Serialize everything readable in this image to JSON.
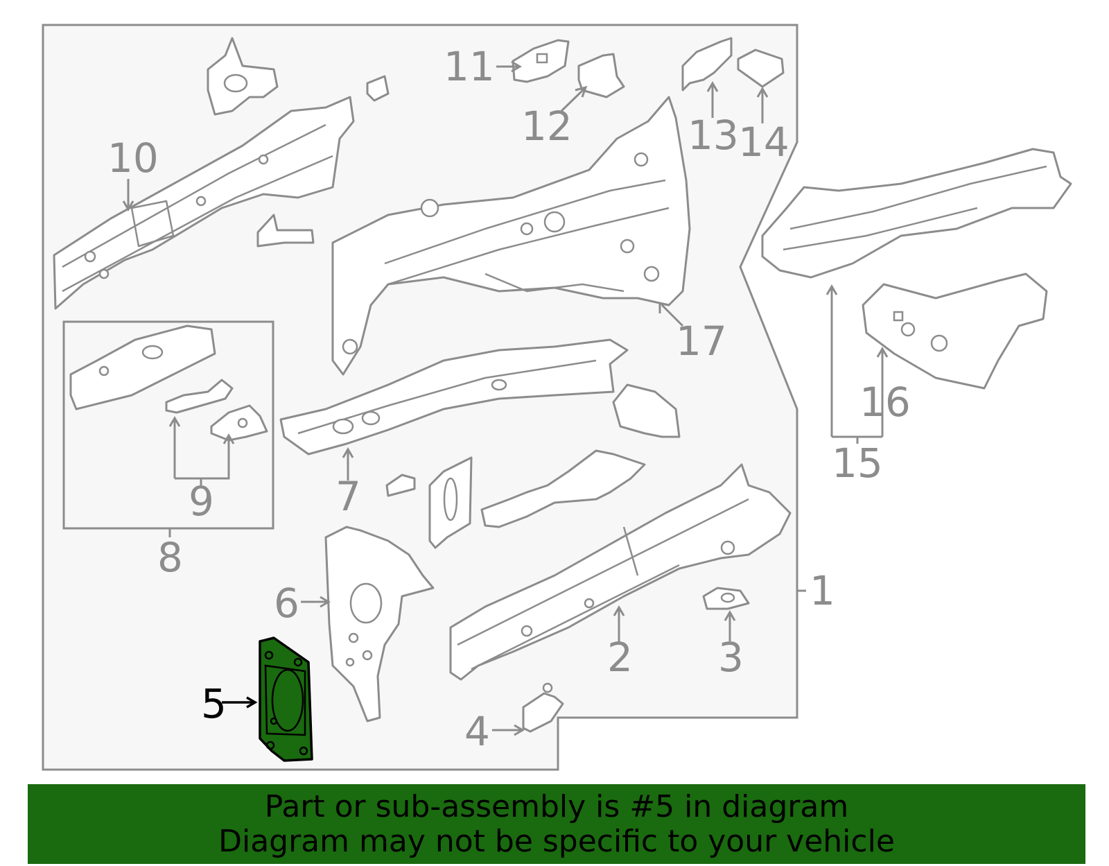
{
  "diagram": {
    "selected_part": "5",
    "highlight_color": "#1a6a0f",
    "labels": {
      "p1": "1",
      "p2": "2",
      "p3": "3",
      "p4": "4",
      "p5": "5",
      "p6": "6",
      "p7": "7",
      "p8": "8",
      "p9": "9",
      "p10": "10",
      "p11": "11",
      "p12": "12",
      "p13": "13",
      "p14": "14",
      "p15": "15",
      "p16": "16",
      "p17": "17"
    }
  },
  "banner": {
    "line1": "Part or sub-assembly is #5 in diagram",
    "line2": "Diagram may not be specific to your vehicle"
  }
}
